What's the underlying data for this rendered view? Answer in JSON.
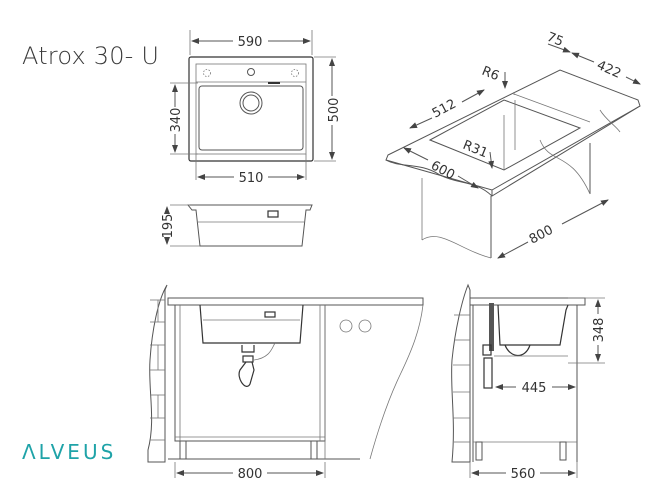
{
  "title": "Atrox 30- U",
  "logo": "ΛLVEUS",
  "brand_color": "#1fa3a8",
  "views": {
    "top": {
      "width_outer": "590",
      "width_inner": "510",
      "depth_outer": "500",
      "depth_inner": "340"
    },
    "profile": {
      "depth": "195"
    },
    "isometric": {
      "flange": "75",
      "cabinet_depth": "422",
      "corner_radius_top": "R6",
      "bowl_length": "512",
      "bowl_radius": "R31",
      "worktop_depth": "600",
      "cabinet_width": "800"
    },
    "front": {
      "cabinet_width": "800"
    },
    "side": {
      "height": "348",
      "drain_offset": "445",
      "cabinet_depth": "560"
    }
  }
}
